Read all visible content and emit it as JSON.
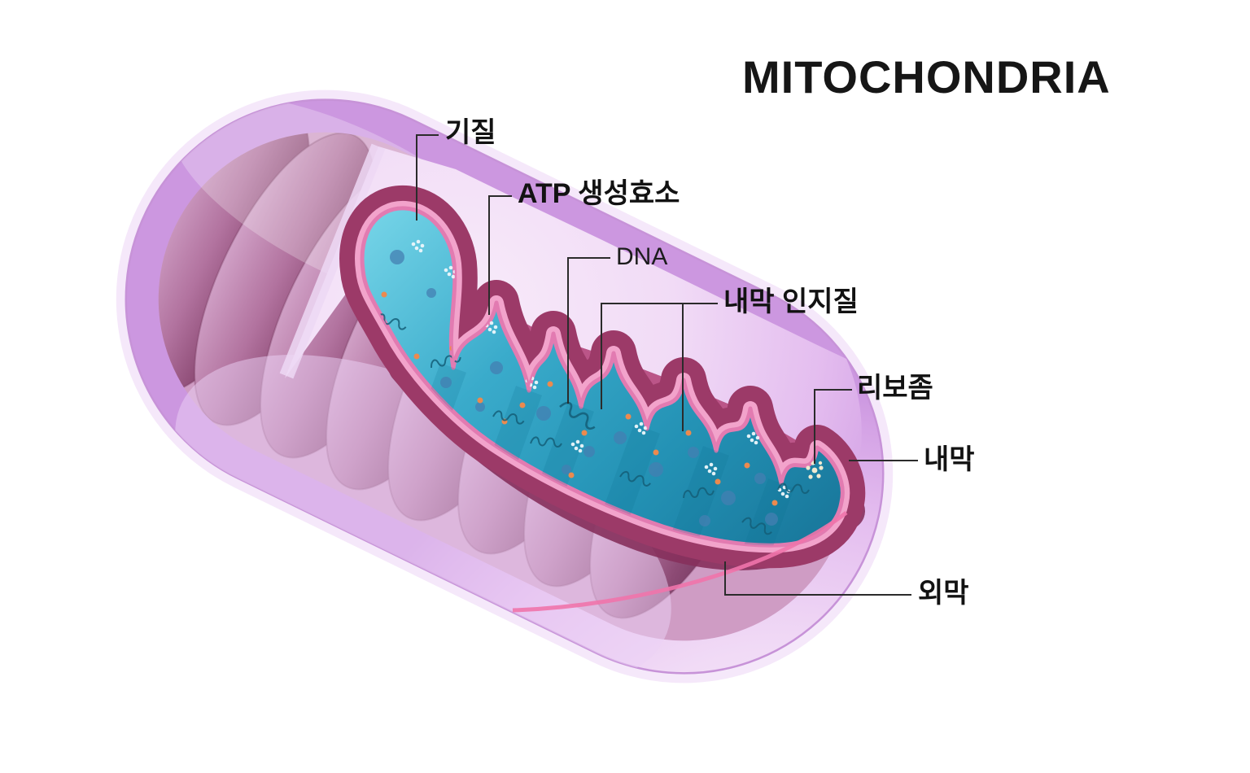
{
  "title": "MITOCHONDRIA",
  "labels": [
    {
      "id": "matrix",
      "text": "기질"
    },
    {
      "id": "atp-synthase",
      "text": "ATP 생성효소"
    },
    {
      "id": "dna",
      "text": "DNA"
    },
    {
      "id": "inner-membrane-phospholipid",
      "text": "내막 인지질"
    },
    {
      "id": "ribosome",
      "text": "리보좀"
    },
    {
      "id": "inner-membrane",
      "text": "내막"
    },
    {
      "id": "outer-membrane",
      "text": "외막"
    }
  ],
  "colors": {
    "outer_membrane_lavender": "#d9a9e8",
    "inner_membrane_pink": "#f2a3cb",
    "cristae_mauve": "#a96292",
    "matrix_teal": "#2f9fc2",
    "label_text": "#121212",
    "leader_line": "#2b2b2b"
  }
}
